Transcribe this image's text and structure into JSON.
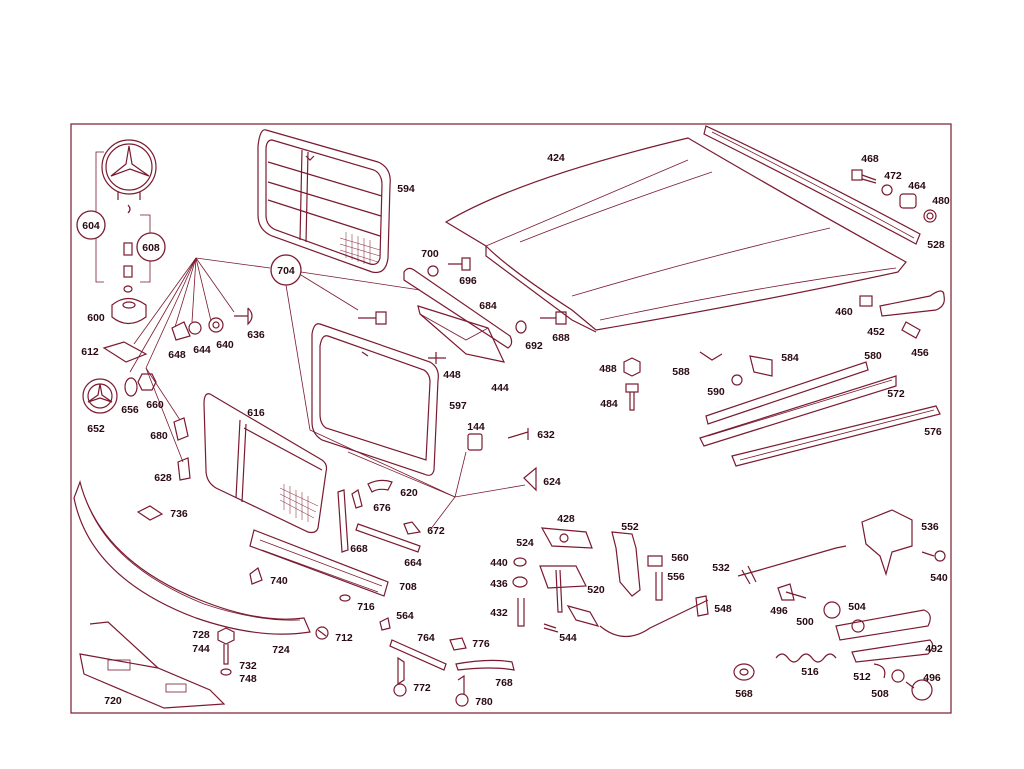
{
  "diagram": {
    "callouts": [
      {
        "key": "c604",
        "text": "604"
      },
      {
        "key": "c608",
        "text": "608"
      },
      {
        "key": "c704",
        "text": "704"
      }
    ],
    "labels": {
      "l424": "424",
      "l468": "468",
      "l472": "472",
      "l464": "464",
      "l480": "480",
      "l528": "528",
      "l594": "594",
      "l700": "700",
      "l696": "696",
      "l684": "684",
      "l692": "692",
      "l688": "688",
      "l600": "600",
      "l636": "636",
      "l612": "612",
      "l648": "648",
      "l644": "644",
      "l640": "640",
      "l448": "448",
      "l444": "444",
      "l460": "460",
      "l452": "452",
      "l456": "456",
      "l488": "488",
      "l484": "484",
      "l588": "588",
      "l590": "590",
      "l584": "584",
      "l580": "580",
      "l572": "572",
      "l576": "576",
      "l652": "652",
      "l656": "656",
      "l660": "660",
      "l616": "616",
      "l597": "597",
      "l680": "680",
      "l144": "144",
      "l632": "632",
      "l628": "628",
      "l620": "620",
      "l676": "676",
      "l624": "624",
      "l736": "736",
      "l668": "668",
      "l672": "672",
      "l664": "664",
      "l428": "428",
      "l552": "552",
      "l536": "536",
      "l524": "524",
      "l440": "440",
      "l560": "560",
      "l436": "436",
      "l556": "556",
      "l532": "532",
      "l540": "540",
      "l740": "740",
      "l708": "708",
      "l520": "520",
      "l548": "548",
      "l432": "432",
      "l544": "544",
      "l716": "716",
      "l564": "564",
      "l496a": "496",
      "l504": "504",
      "l500": "500",
      "l712": "712",
      "l764": "764",
      "l776": "776",
      "l728": "728",
      "l744": "744",
      "l724": "724",
      "l492": "492",
      "l516": "516",
      "l732": "732",
      "l748": "748",
      "l512": "512",
      "l496b": "496",
      "l768": "768",
      "l772": "772",
      "l508": "508",
      "l568": "568",
      "l720": "720",
      "l780": "780"
    }
  }
}
